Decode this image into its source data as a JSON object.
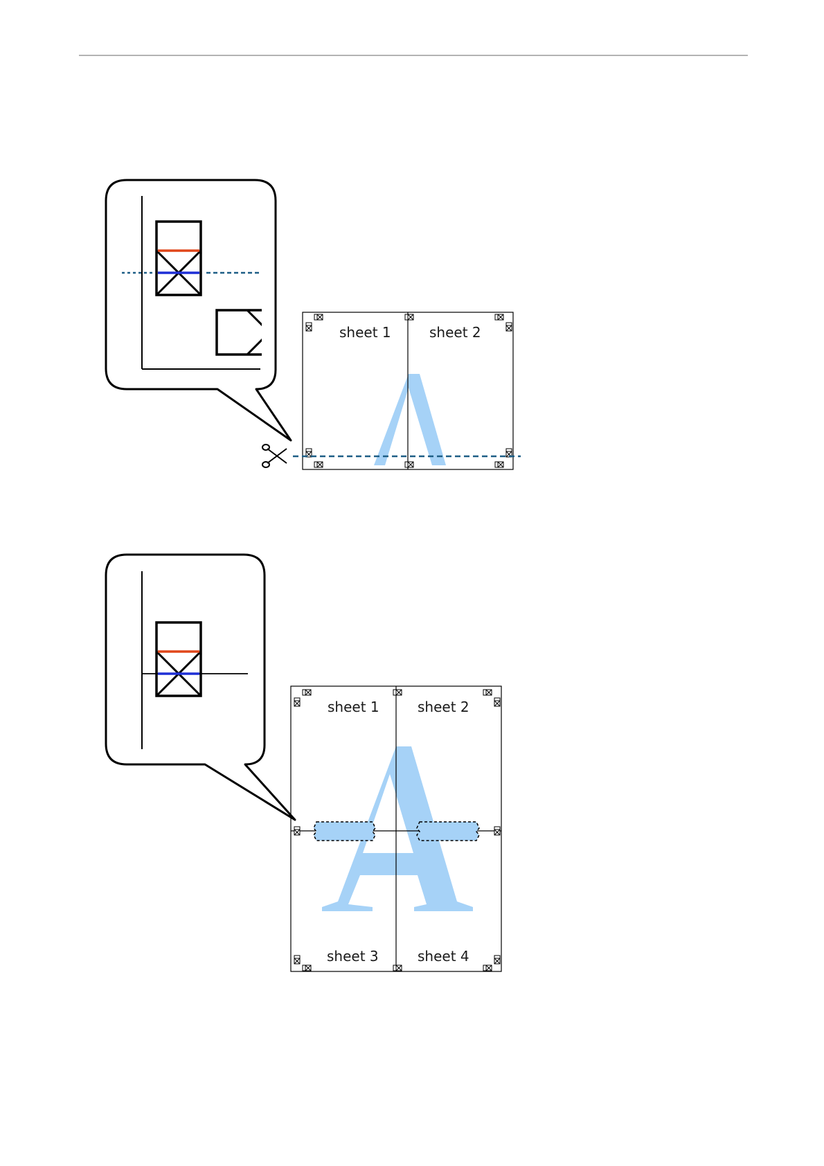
{
  "figure_top": {
    "sheet_labels": [
      "sheet 1",
      "sheet 2"
    ],
    "watermark_letter": "A"
  },
  "figure_bottom": {
    "sheet_labels": [
      "sheet 1",
      "sheet 2",
      "sheet 3",
      "sheet 4"
    ],
    "watermark_letter": "A"
  },
  "icons": [
    "scissors-icon",
    "crop-mark-icon"
  ],
  "colors": {
    "watermark": "#a6d2f7",
    "cut_line": "#1d5e86",
    "red_marker": "#e0461a",
    "blue_marker": "#1e2fd6",
    "outline": "#000000"
  }
}
